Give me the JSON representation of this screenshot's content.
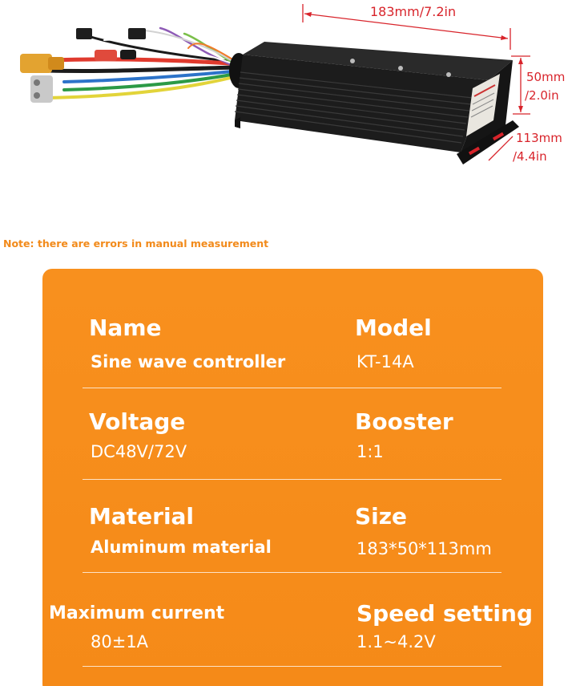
{
  "dimensions": {
    "length": "183mm/7.2in",
    "height_mm": "50mm",
    "height_in": "/2.0in",
    "width_mm": "113mm",
    "width_in": "/4.4in"
  },
  "note": "Note: there are errors in manual measurement",
  "specs": {
    "name": {
      "title": "Name",
      "value": "Sine wave controller"
    },
    "model": {
      "title": "Model",
      "value": "KT-14A"
    },
    "voltage": {
      "title": "Voltage",
      "value": "DC48V/72V"
    },
    "booster": {
      "title": "Booster",
      "value": "1:1"
    },
    "material": {
      "title": "Material",
      "value": "Aluminum material"
    },
    "size": {
      "title": "Size",
      "value": "183*50*113mm"
    },
    "max_current": {
      "title": "Maximum current",
      "value": "80±1A"
    },
    "speed_setting": {
      "title": "Speed setting",
      "value": "1.1~4.2V"
    }
  },
  "colors": {
    "card_orange": "#f58a18",
    "dimension_red": "#d8242b",
    "note_orange": "#f28a1a"
  }
}
